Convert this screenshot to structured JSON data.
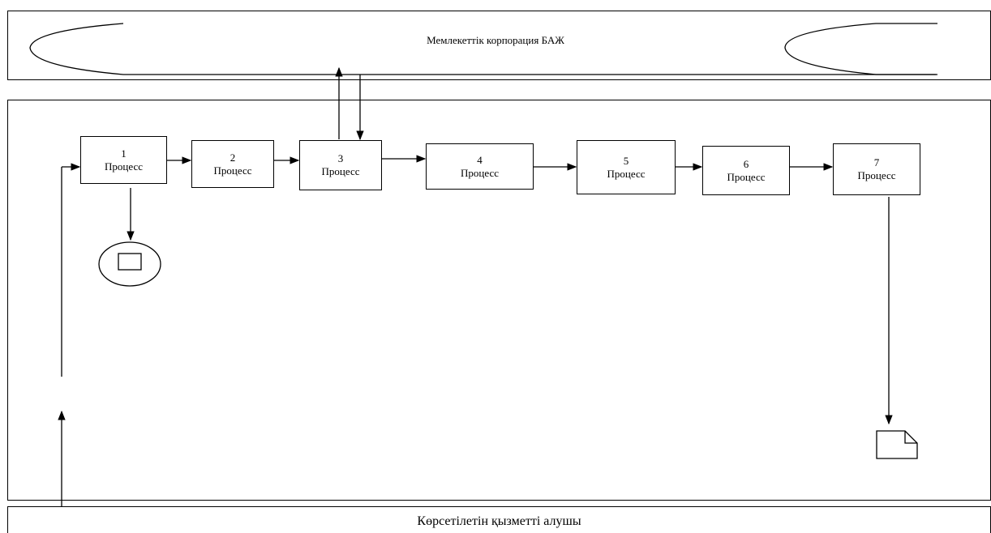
{
  "top_lane": {
    "label": "Мемлекеттік корпорация  БАЖ"
  },
  "bottom_lane": {
    "label": "Көрсетілетін қызметті алушы"
  },
  "processes": [
    {
      "number": "1",
      "label": "Процесс"
    },
    {
      "number": "2",
      "label": "Процесс"
    },
    {
      "number": "3",
      "label": "Процесс"
    },
    {
      "number": "4",
      "label": "Процесс"
    },
    {
      "number": "5",
      "label": "Процесс"
    },
    {
      "number": "6",
      "label": "Процесс"
    },
    {
      "number": "7",
      "label": "Процесс"
    }
  ]
}
